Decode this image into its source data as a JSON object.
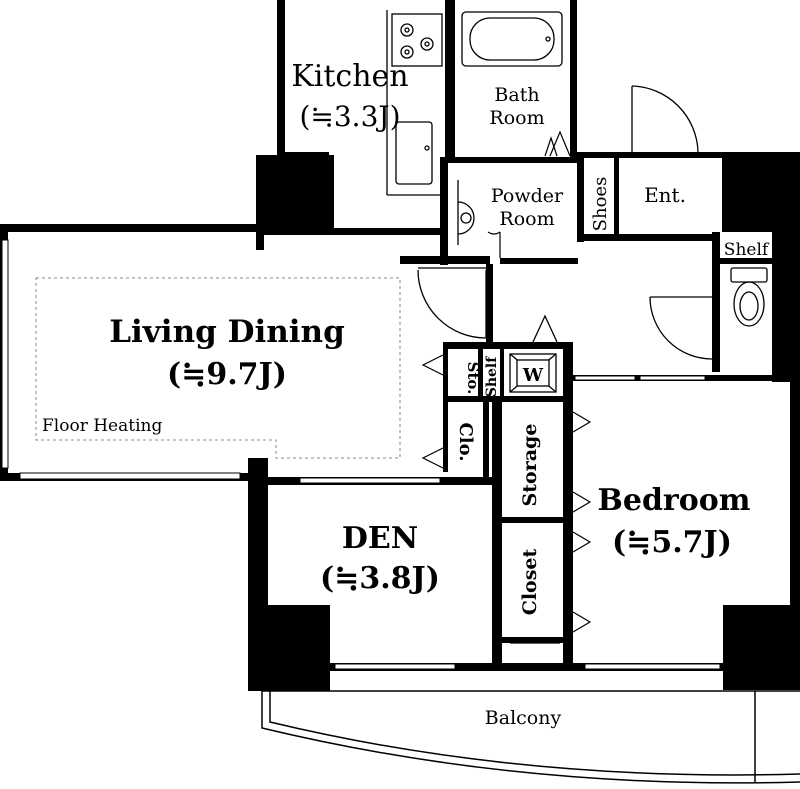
{
  "rooms": {
    "kitchen": {
      "name": "Kitchen",
      "size": "(≒3.3J)"
    },
    "bath": {
      "line1": "Bath",
      "line2": "Room"
    },
    "powder": {
      "line1": "Powder",
      "line2": "Room"
    },
    "shoes": "Shoes",
    "entrance": "Ent.",
    "shelf_top": "Shelf",
    "living": {
      "name": "Living Dining",
      "size": "(≒9.7J)"
    },
    "floor_heating": "Floor Heating",
    "sto": "Sto.",
    "shelf_small": "Shelf",
    "washer": "W",
    "clo": "Clo.",
    "storage": "Storage",
    "closet": "Closet",
    "bedroom": {
      "name": "Bedroom",
      "size": "(≒5.7J)"
    },
    "den": {
      "name": "DEN",
      "size": "(≒3.8J)"
    },
    "balcony": "Balcony"
  },
  "colors": {
    "wall": "#000000",
    "background": "#ffffff",
    "dashed_outline": "#888888"
  }
}
